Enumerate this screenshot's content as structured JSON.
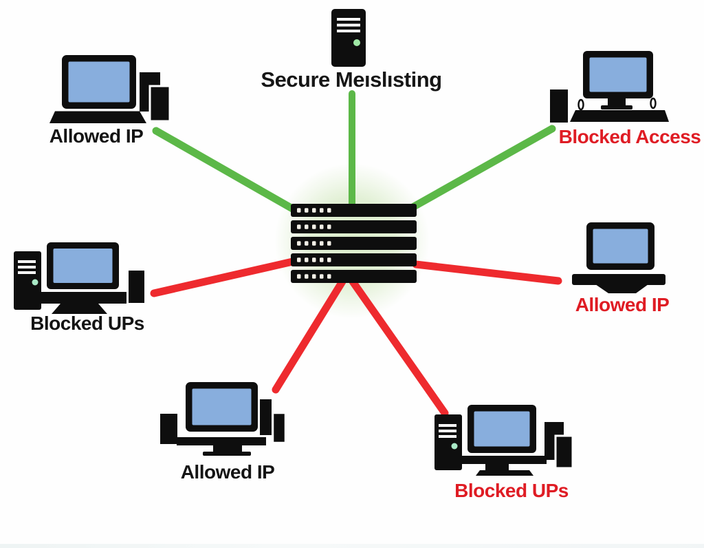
{
  "title": "Secure Meıslısting",
  "top_server": {
    "name": "secure-server-tower"
  },
  "central_server": {
    "name": "central-server-rack",
    "units": 5,
    "dots_per_unit": 5
  },
  "colors": {
    "allowed_line": "#5cb848",
    "blocked_line": "#ee2a2e",
    "red_label": "#df1c24",
    "black_label": "#141414",
    "screen_blue": "#88aedd",
    "icon_black": "#0e0e0e",
    "led_mint": "#a9e9c6",
    "led_green": "#9fe8a5",
    "glow_green": "#cfe7ba",
    "server_dot": "#f2efe6"
  },
  "nodes": [
    {
      "id": "top-left-computer",
      "label": "Allowed IP",
      "label_color": "black",
      "connection": "allowed"
    },
    {
      "id": "top-right-computer",
      "label": "Blocked Access",
      "label_color": "red",
      "connection": "allowed"
    },
    {
      "id": "middle-left-computer",
      "label": "Blocked UPs",
      "label_color": "black",
      "connection": "blocked"
    },
    {
      "id": "middle-right-monitor",
      "label": "Allowed IP",
      "label_color": "red",
      "connection": "blocked"
    },
    {
      "id": "bottom-center-computer",
      "label": "Allowed IP",
      "label_color": "black",
      "connection": "blocked"
    },
    {
      "id": "bottom-right-computer",
      "label": "Blocked UPs",
      "label_color": "red",
      "connection": "blocked"
    }
  ],
  "connections": [
    {
      "from": "top-left-computer",
      "to": "central-server-rack",
      "status": "allowed"
    },
    {
      "from": "secure-server-tower",
      "to": "central-server-rack",
      "status": "allowed"
    },
    {
      "from": "top-right-computer",
      "to": "central-server-rack",
      "status": "allowed"
    },
    {
      "from": "middle-left-computer",
      "to": "central-server-rack",
      "status": "blocked"
    },
    {
      "from": "middle-right-monitor",
      "to": "central-server-rack",
      "status": "blocked"
    },
    {
      "from": "bottom-center-computer",
      "to": "central-server-rack",
      "status": "blocked"
    },
    {
      "from": "bottom-right-computer",
      "to": "central-server-rack",
      "status": "blocked"
    }
  ]
}
